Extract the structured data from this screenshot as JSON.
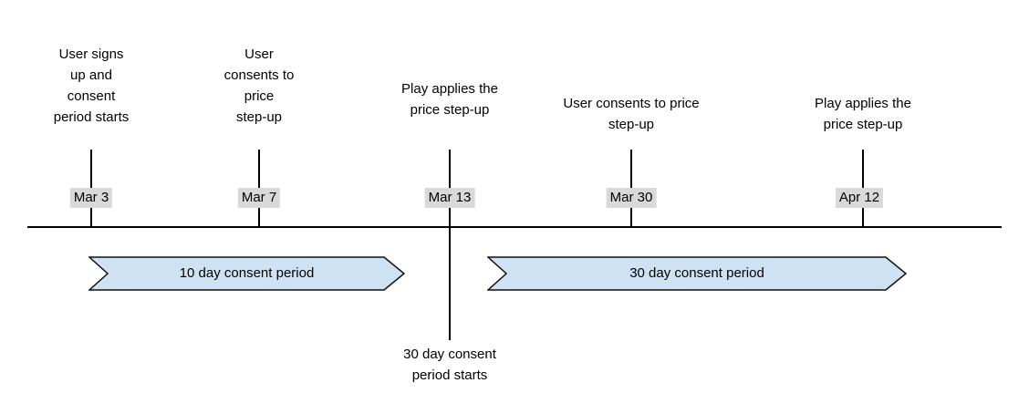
{
  "timeline": {
    "events": [
      {
        "date": "Mar 3",
        "label": "User signs\nup and\nconsent\nperiod starts"
      },
      {
        "date": "Mar 7",
        "label": "User\nconsents to\nprice\nstep-up"
      },
      {
        "date": "Mar 13",
        "label": "Play applies the\nprice step-up"
      },
      {
        "date": "Mar 30",
        "label": "User consents to price\nstep-up"
      },
      {
        "date": "Apr 12",
        "label": "Play applies the\nprice step-up"
      }
    ],
    "periods": [
      {
        "label": "10 day consent period"
      },
      {
        "label": "30 day consent period"
      }
    ],
    "footnote": "30 day consent\nperiod starts",
    "colors": {
      "period_fill": "#cfe2f3",
      "period_border": "#111111",
      "date_badge_bg": "#d9d9d9",
      "line": "#000000",
      "text": "#000000"
    }
  }
}
